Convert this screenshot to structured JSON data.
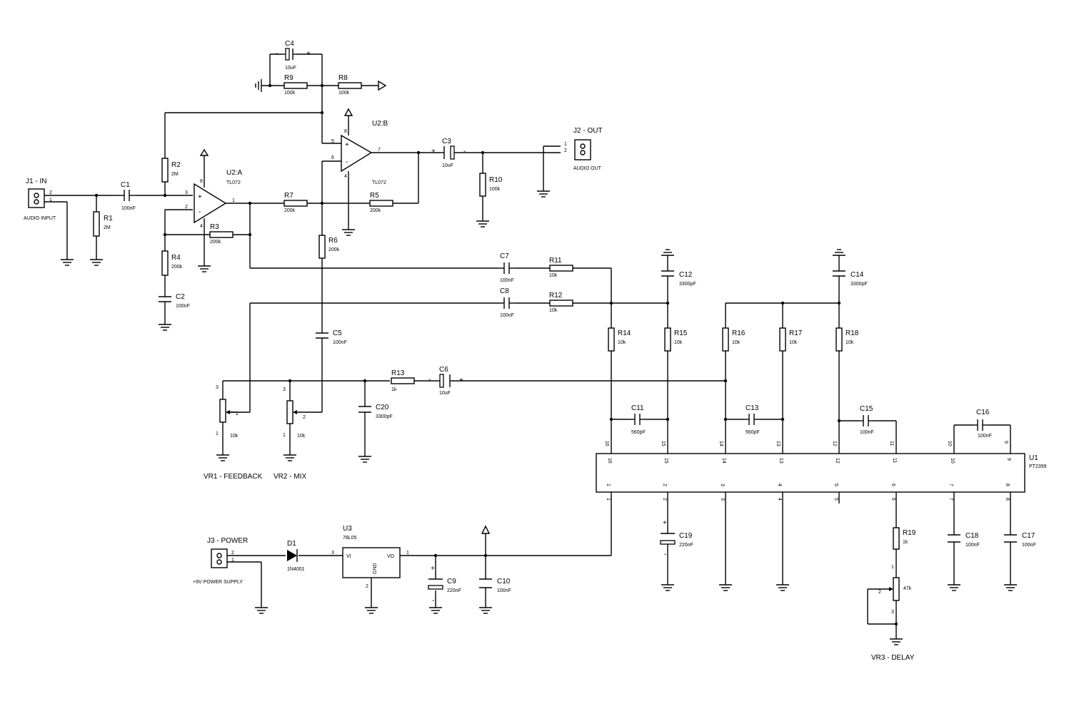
{
  "connectors": {
    "j1": {
      "ref": "J1 - IN",
      "desc": "AUDIO INPUT",
      "pin1": "1",
      "pin2": "2"
    },
    "j2": {
      "ref": "J2 - OUT",
      "desc": "AUDIO OUT",
      "pin1": "1",
      "pin2": "2"
    },
    "j3": {
      "ref": "J3 - POWER",
      "desc": "+9V POWER SUPPLY",
      "pin1": "1",
      "pin2": "2"
    }
  },
  "resistors": {
    "r1": {
      "ref": "R1",
      "value": "2M"
    },
    "r2": {
      "ref": "R2",
      "value": "2M"
    },
    "r3": {
      "ref": "R3",
      "value": "200k"
    },
    "r4": {
      "ref": "R4",
      "value": "200k"
    },
    "r5": {
      "ref": "R5",
      "value": "200k"
    },
    "r6": {
      "ref": "R6",
      "value": "200k"
    },
    "r7": {
      "ref": "R7",
      "value": "200k"
    },
    "r8": {
      "ref": "R8",
      "value": "100k"
    },
    "r9": {
      "ref": "R9",
      "value": "100k"
    },
    "r10": {
      "ref": "R10",
      "value": "100k"
    },
    "r11": {
      "ref": "R11",
      "value": "10k"
    },
    "r12": {
      "ref": "R12",
      "value": "10k"
    },
    "r13": {
      "ref": "R13",
      "value": "1k"
    },
    "r14": {
      "ref": "R14",
      "value": "10k"
    },
    "r15": {
      "ref": "R15",
      "value": "10k"
    },
    "r16": {
      "ref": "R16",
      "value": "10k"
    },
    "r17": {
      "ref": "R17",
      "value": "10k"
    },
    "r18": {
      "ref": "R18",
      "value": "10k"
    },
    "r19": {
      "ref": "R19",
      "value": "1k"
    }
  },
  "capacitors": {
    "c1": {
      "ref": "C1",
      "value": "100nF"
    },
    "c2": {
      "ref": "C2",
      "value": "100nF"
    },
    "c3": {
      "ref": "C3",
      "value": "10uF"
    },
    "c4": {
      "ref": "C4",
      "value": "10uF"
    },
    "c5": {
      "ref": "C5",
      "value": "100nF"
    },
    "c6": {
      "ref": "C6",
      "value": "10uF"
    },
    "c7": {
      "ref": "C7",
      "value": "100nF"
    },
    "c8": {
      "ref": "C8",
      "value": "100nF"
    },
    "c9": {
      "ref": "C9",
      "value": "220nF"
    },
    "c10": {
      "ref": "C10",
      "value": "100nF"
    },
    "c11": {
      "ref": "C11",
      "value": "560pF"
    },
    "c12": {
      "ref": "C12",
      "value": "3300pF"
    },
    "c13": {
      "ref": "C13",
      "value": "560pF"
    },
    "c14": {
      "ref": "C14",
      "value": "3300pF"
    },
    "c15": {
      "ref": "C15",
      "value": "100nF"
    },
    "c16": {
      "ref": "C16",
      "value": "100nF"
    },
    "c17": {
      "ref": "C17",
      "value": "100nF"
    },
    "c18": {
      "ref": "C18",
      "value": "100nF"
    },
    "c19": {
      "ref": "C19",
      "value": "220nF"
    },
    "c20": {
      "ref": "C20",
      "value": "3300pF"
    }
  },
  "opamps": {
    "u2a": {
      "ref": "U2:A",
      "part": "TL072",
      "pin_out": "1",
      "pin_minus": "2",
      "pin_plus": "3",
      "pin_vcc": "8",
      "pin_gnd": "4"
    },
    "u2b": {
      "ref": "U2:B",
      "part": "TL072",
      "pin_out": "7",
      "pin_minus": "6",
      "pin_plus": "5",
      "pin_vcc": "8",
      "pin_gnd": "4"
    }
  },
  "pots": {
    "vr1": {
      "ref": "VR1 - FEEDBACK",
      "value": "10k",
      "p1": "1",
      "p2": "2",
      "p3": "3"
    },
    "vr2": {
      "ref": "VR2 - MIX",
      "value": "10k",
      "p1": "1",
      "p2": "2",
      "p3": "3"
    },
    "vr3": {
      "ref": "VR3 - DELAY",
      "value": "47k",
      "p1": "1",
      "p2": "2",
      "p3": "3"
    }
  },
  "diode": {
    "ref": "D1",
    "part": "1N4001"
  },
  "regulator": {
    "ref": "U3",
    "part": "78L05",
    "vi": "VI",
    "vo": "VO",
    "gnd": "GND",
    "pin_in": "3",
    "pin_out": "1",
    "pin_gnd": "2"
  },
  "ic": {
    "ref": "U1",
    "part": "PT2399",
    "top_pins": [
      "16",
      "15",
      "14",
      "13",
      "12",
      "11",
      "10",
      "9"
    ],
    "bottom_pins": [
      "1",
      "2",
      "3",
      "4",
      "5",
      "6",
      "7",
      "8"
    ]
  },
  "polarity": {
    "plus": "+",
    "minus": "-"
  }
}
